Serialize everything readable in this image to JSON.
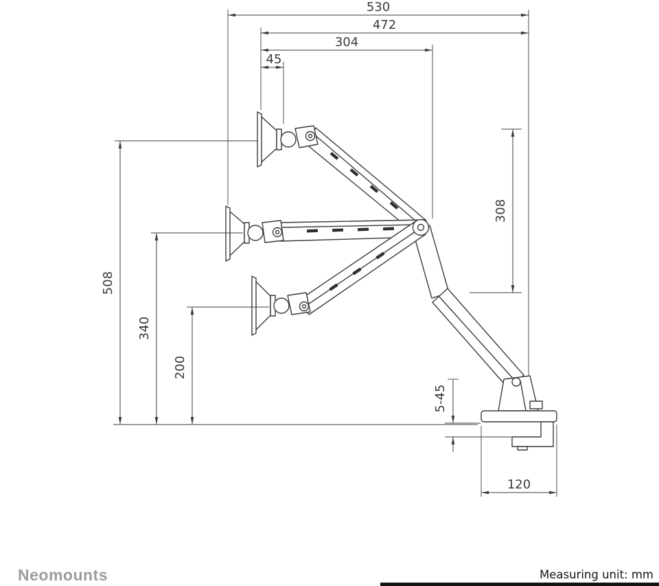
{
  "dims": {
    "d530": "530",
    "d472": "472",
    "d304": "304",
    "d45": "45",
    "d508": "508",
    "d340": "340",
    "d200": "200",
    "d308": "308",
    "d5_45": "5-45",
    "d120": "120"
  },
  "footer": {
    "brand": "Neomounts",
    "measuring_unit": "Measuring unit: mm"
  },
  "colors": {
    "line": "#3a3a3a",
    "brand_gray": "#9c9c9c",
    "footer_bar": "#141414"
  }
}
